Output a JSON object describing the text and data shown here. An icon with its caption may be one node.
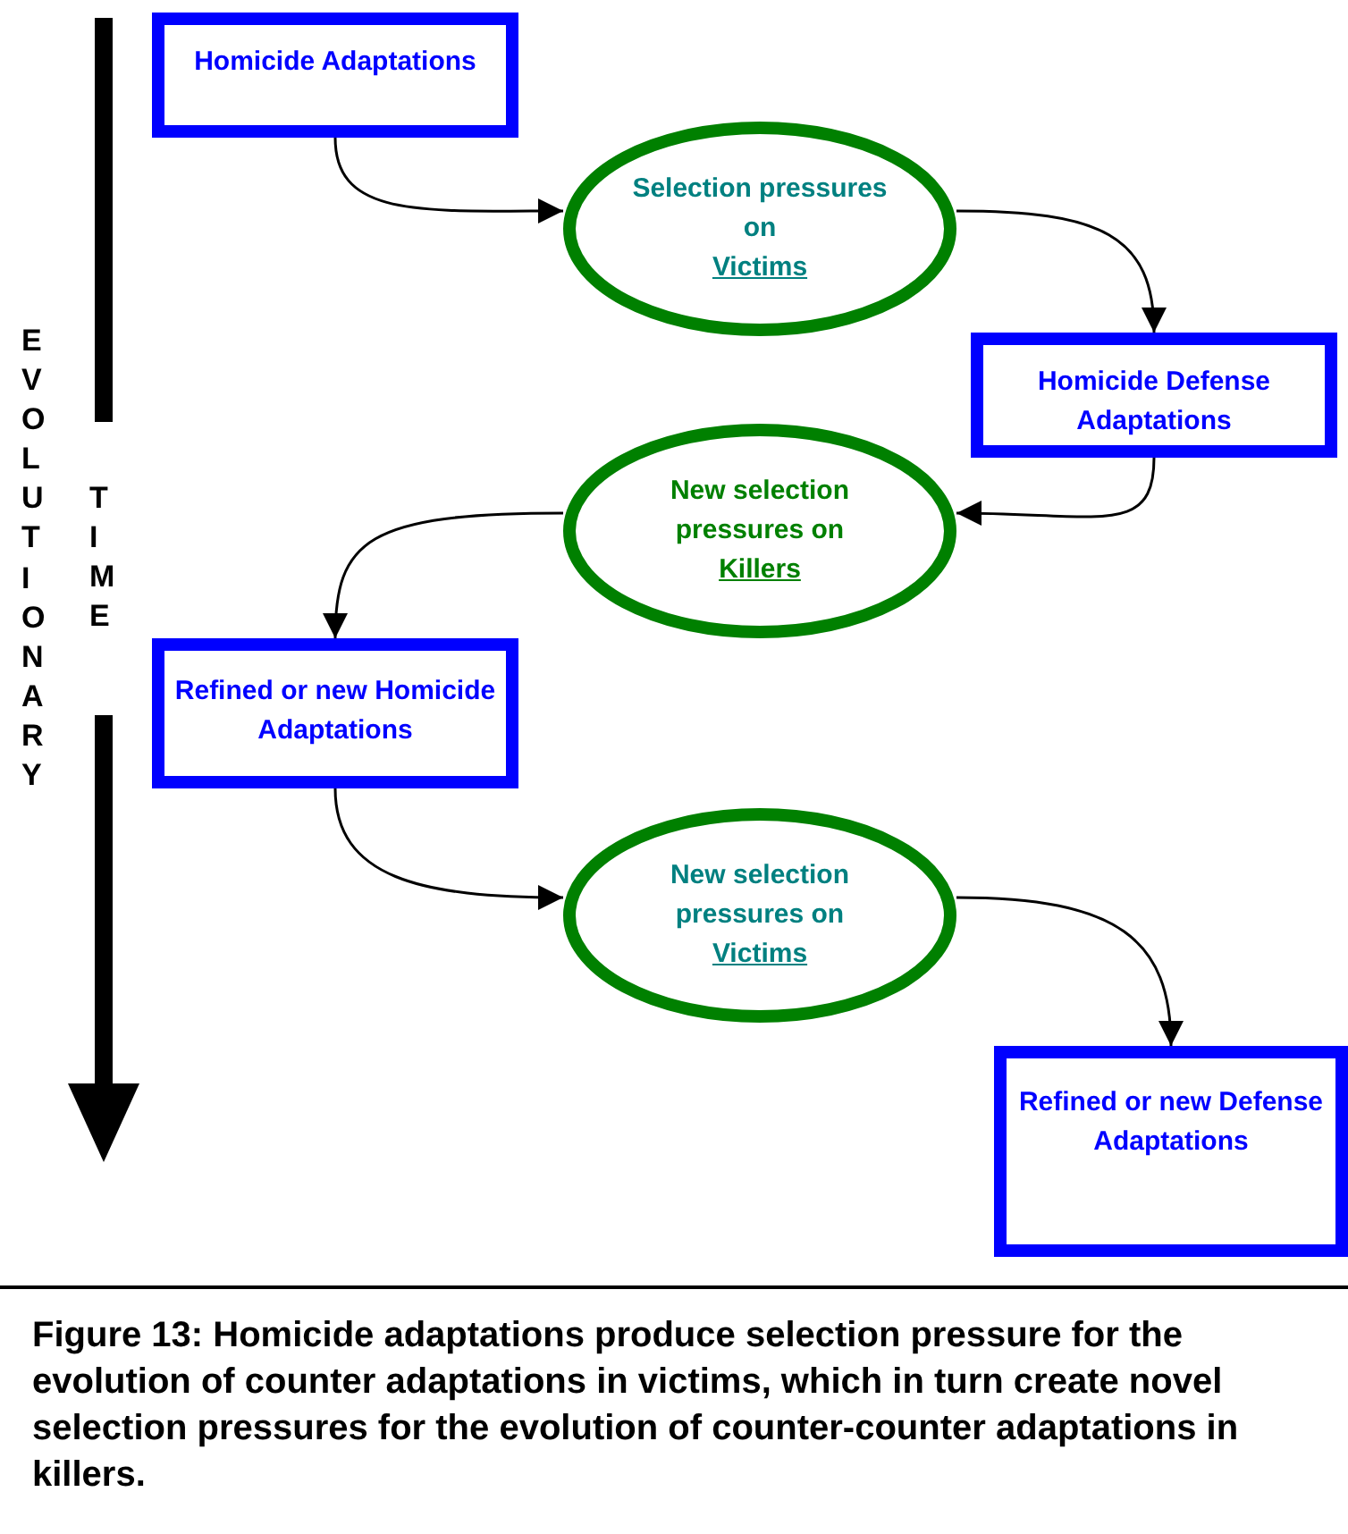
{
  "diagram": {
    "caption": "Figure 13: Homicide adaptations produce selection pressure for the evolution of counter adaptations in victims, which in turn create novel selection pressures for the evolution of counter-counter adaptations in killers.",
    "nodes": [
      {
        "text": [
          "Homicide Adaptations"
        ]
      },
      {
        "text": [
          "Selection pressures on",
          "Victims"
        ]
      },
      {
        "text": [
          "Homicide Defense Adaptations"
        ]
      },
      {
        "text": [
          "New selection pressures on",
          "Killers"
        ]
      },
      {
        "text": [
          "Refined or new Homicide Adaptations"
        ]
      },
      {
        "text": [
          "New selection pressures on",
          "Victims"
        ]
      },
      {
        "text": [
          "Refined or new Defense Adaptations"
        ]
      }
    ],
    "edges": [
      {
        "from": 0,
        "to": 1,
        "arrow": "to"
      },
      {
        "from": 1,
        "to": 2,
        "arrow": "to"
      },
      {
        "from": 2,
        "to": 3,
        "arrow": "to"
      },
      {
        "from": 3,
        "to": 4,
        "arrow": "to"
      },
      {
        "from": 4,
        "to": 5,
        "arrow": "to"
      },
      {
        "from": 5,
        "to": 6,
        "arrow": "to"
      }
    ],
    "labels": [
      "EVOLUTIONARY",
      "TIME"
    ]
  }
}
